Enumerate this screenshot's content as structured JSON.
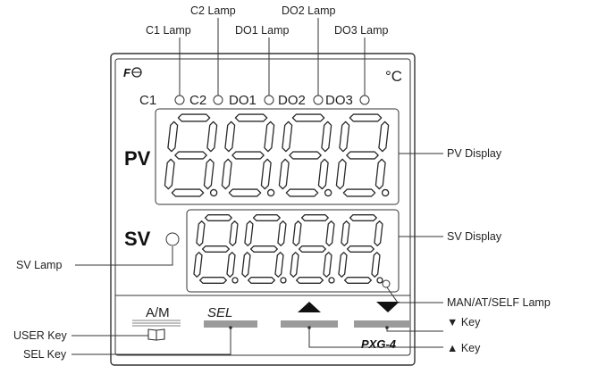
{
  "brand": {
    "logo_icon": "fe-logo-icon",
    "unit": "°C",
    "model": "PXG-4"
  },
  "indicators": {
    "c1": "C1",
    "c2": "C2",
    "do1": "DO1",
    "do2": "DO2",
    "do3": "DO3"
  },
  "panel": {
    "pv": "PV",
    "sv": "SV"
  },
  "keys": {
    "am": "A/M",
    "sel": "SEL"
  },
  "labels": {
    "c1_lamp": "C1 Lamp",
    "c2_lamp": "C2 Lamp",
    "do1_lamp": "DO1 Lamp",
    "do2_lamp": "DO2 Lamp",
    "do3_lamp": "DO3 Lamp",
    "pv_display": "PV Display",
    "sv_display": "SV Display",
    "sv_lamp": "SV Lamp",
    "man_at_self_lamp": "MAN/AT/SELF Lamp",
    "down_key": "▼ Key",
    "up_key": "▲ Key",
    "user_key": "USER Key",
    "sel_key": "SEL Key"
  },
  "digit_icon": "seven-segment-digit-icon"
}
